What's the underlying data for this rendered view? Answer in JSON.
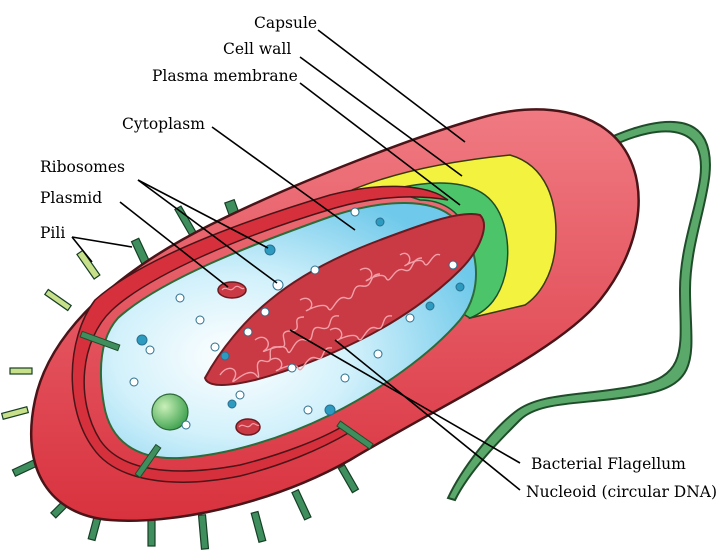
{
  "diagram": {
    "labels": {
      "capsule": "Capsule",
      "cell_wall": "Cell wall",
      "plasma_membrane": "Plasma membrane",
      "cytoplasm": "Cytoplasm",
      "ribosomes": "Ribosomes",
      "plasmid": "Plasmid",
      "pili": "Pili",
      "flagellum": "Bacterial Flagellum",
      "nucleoid": "Nucleoid (circular DNA)"
    },
    "colors": {
      "capsule": "#e8404a",
      "capsule_dark": "#c42a35",
      "cell_wall": "#f0f040",
      "plasma_membrane": "#44c063",
      "cytoplasm": "#a9e3f5",
      "cytoplasm_light": "#e8f8fd",
      "dna": "#d4424a",
      "pili": "#3f8f5e",
      "flagellum": "#4e9a5e"
    }
  }
}
